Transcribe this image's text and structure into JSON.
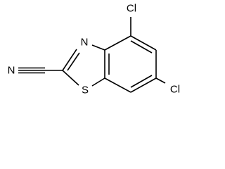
{
  "molecule": {
    "atoms": {
      "N_nitrile": "N",
      "N_ring": "N",
      "S_ring": "S",
      "Cl_top": "Cl",
      "Cl_bottom": "Cl"
    }
  }
}
